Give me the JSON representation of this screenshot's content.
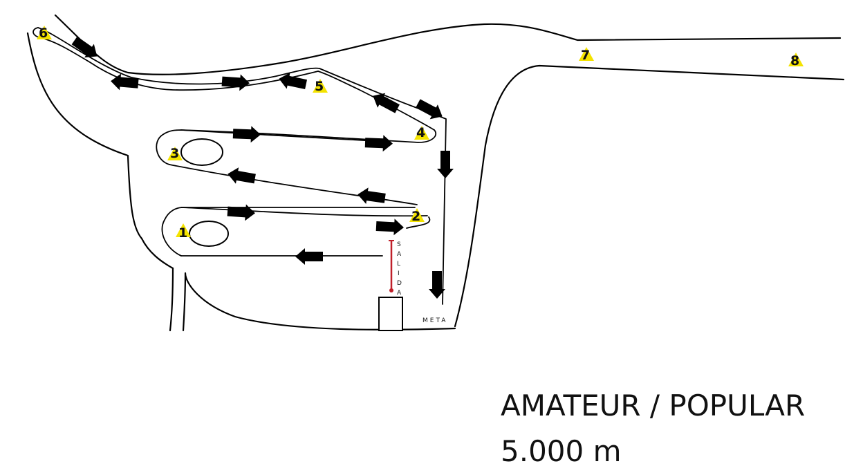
{
  "map": {
    "title": "AMATEUR / POPULAR",
    "distance": "5.000 m",
    "start_label": [
      "S",
      "A",
      "L",
      "I",
      "D",
      "A"
    ],
    "finish_label": "META",
    "checkpoints": [
      {
        "id": "1",
        "label": "1"
      },
      {
        "id": "2",
        "label": "2"
      },
      {
        "id": "3",
        "label": "3"
      },
      {
        "id": "4",
        "label": "4"
      },
      {
        "id": "5",
        "label": "5"
      },
      {
        "id": "6",
        "label": "6"
      },
      {
        "id": "7",
        "label": "7"
      },
      {
        "id": "8",
        "label": "8"
      }
    ],
    "colors": {
      "outline": "#000000",
      "marker_fill": "#f4e300",
      "start_line": "#c0202a",
      "background": "#ffffff"
    }
  }
}
